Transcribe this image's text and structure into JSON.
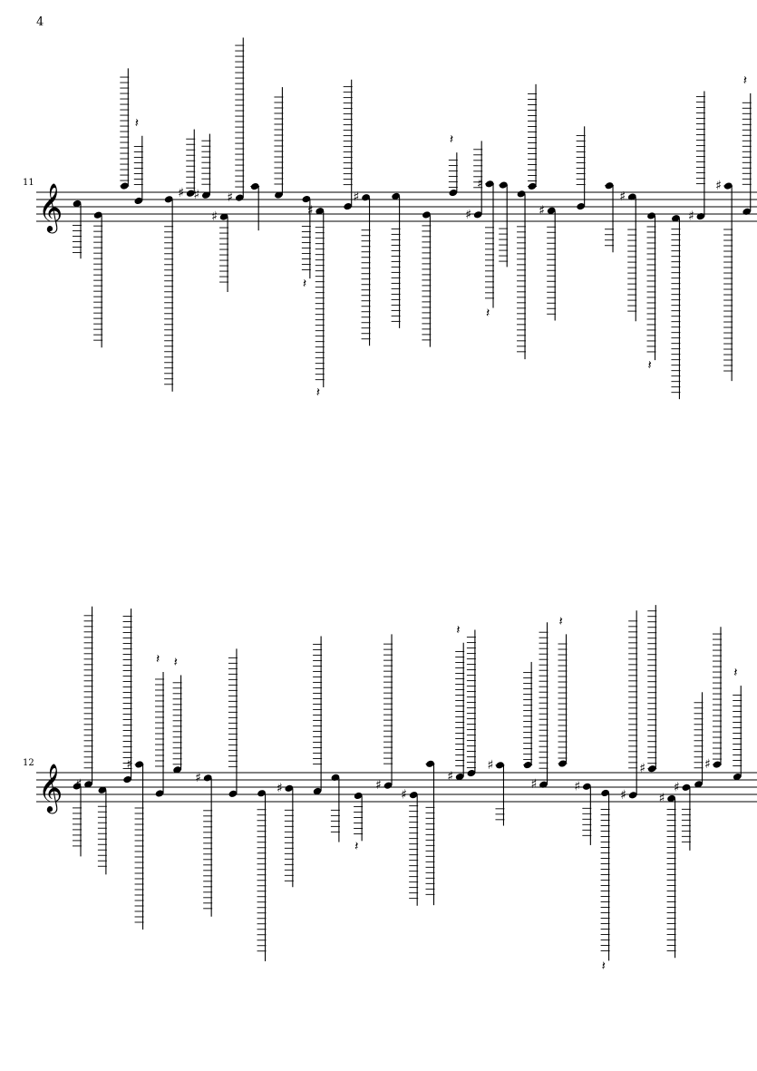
{
  "page": {
    "number": "4"
  },
  "systems": [
    {
      "id": "system-1",
      "measure_number": "11"
    },
    {
      "id": "system-2",
      "measure_number": "12"
    }
  ],
  "colors": {
    "ink": "#000000",
    "paper": "#ffffff"
  },
  "icons": {
    "clef": "treble-clef-icon",
    "accidental": "sharp-icon",
    "natural": "natural-icon",
    "rest": "quarter-rest-icon"
  }
}
